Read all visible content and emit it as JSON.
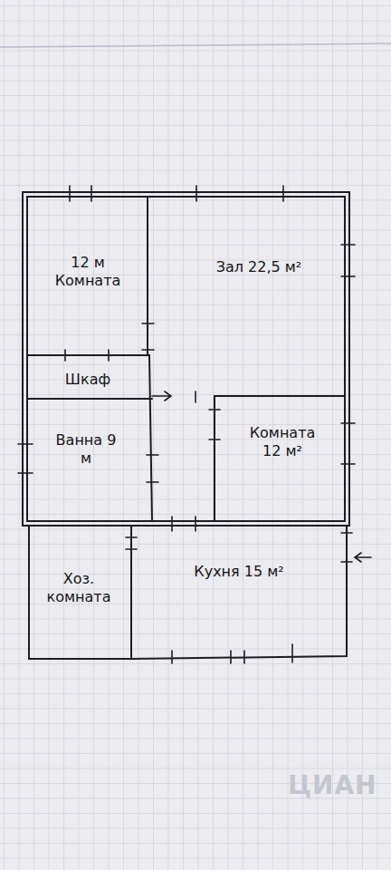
{
  "diagram": {
    "nodes": [
      {
        "text": [
          "12 м Комната"
        ]
      },
      {
        "text": [
          "Зал 22,5 м²"
        ]
      },
      {
        "text": [
          "Шкаф"
        ]
      },
      {
        "text": [
          "Ванна 9 м"
        ]
      },
      {
        "text": [
          "Комната 12 м²"
        ]
      },
      {
        "text": [
          "Хоз. комната"
        ]
      },
      {
        "text": [
          "Кухня 15 м²"
        ]
      }
    ],
    "labels": [
      "ЦИАН"
    ]
  }
}
